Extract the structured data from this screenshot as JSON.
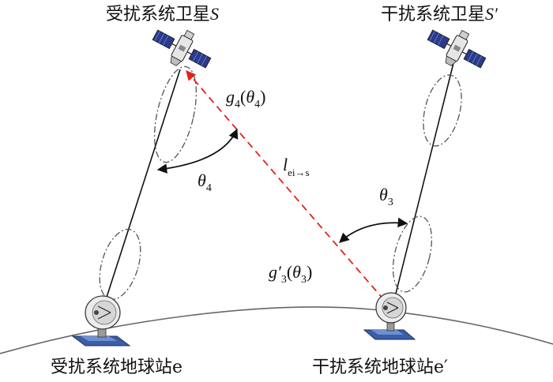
{
  "labels": {
    "victim_satellite": "受扰系统卫星",
    "victim_satellite_symbol": "S",
    "interfering_satellite": "干扰系统卫星",
    "interfering_satellite_symbol": "S′",
    "victim_station": "受扰系统地球站e",
    "interfering_station": "干扰系统地球站e′",
    "gain_victim_g": "g",
    "gain_victim_sub": "4",
    "gain_victim_arg_open": "(",
    "gain_victim_theta": "θ",
    "gain_victim_theta_sub": "4",
    "gain_victim_arg_close": ")",
    "theta4": "θ",
    "theta4_sub": "4",
    "path_l": "l",
    "path_sub": "ei→s",
    "theta3": "θ",
    "theta3_sub": "3",
    "gain_interf_g": "g′",
    "gain_interf_sub": "3",
    "gain_interf_arg_open": "(",
    "gain_interf_theta": "θ",
    "gain_interf_theta_sub": "3",
    "gain_interf_arg_close": ")"
  },
  "colors": {
    "interference_path": "#e8201a",
    "line": "#111111",
    "pattern": "#555555",
    "station_base": "#3a5fa8",
    "satellite_panel": "#2a3a8c"
  },
  "icons": {
    "satellite": "satellite-icon",
    "earth_station": "satellite-dish-icon"
  }
}
